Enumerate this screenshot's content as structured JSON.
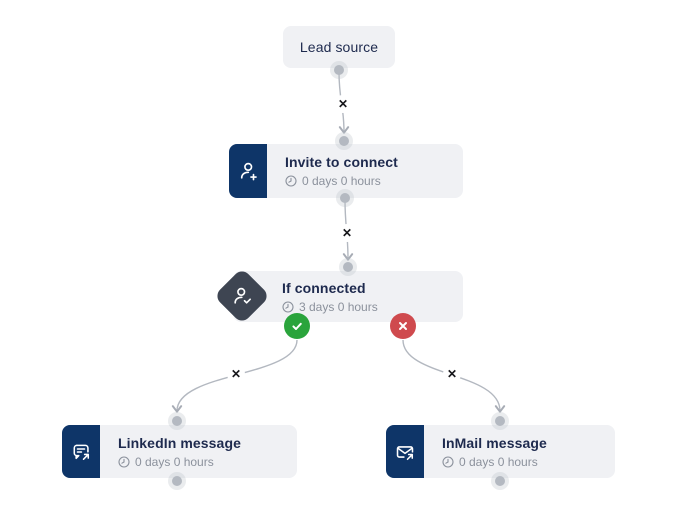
{
  "colors": {
    "navy": "#0e3568",
    "slate": "#3e4552",
    "green": "#2aa43c",
    "red": "#cf4a4e",
    "card_bg": "#f0f1f4",
    "title": "#1e2a4e",
    "subtitle": "#8b919c",
    "edge": "#b3b8c0",
    "dot": "#b4b9c1",
    "bg": "#ffffff"
  },
  "symbols": {
    "edge_delete": "✕"
  },
  "nodes": [
    {
      "title": "Lead source",
      "icon": "none"
    },
    {
      "title": "Invite to connect",
      "delay": "0 days 0 hours",
      "icon": "person-add-icon"
    },
    {
      "title": "If connected",
      "delay": "3 days 0 hours",
      "icon": "person-check-icon"
    },
    {
      "title": "LinkedIn message",
      "delay": "0 days 0 hours",
      "icon": "chat-message-forward-icon"
    },
    {
      "title": "InMail message",
      "delay": "0 days 0 hours",
      "icon": "inmail-envelope-forward-icon"
    }
  ],
  "branches": {
    "yes": "check-icon",
    "no": "x-icon"
  }
}
